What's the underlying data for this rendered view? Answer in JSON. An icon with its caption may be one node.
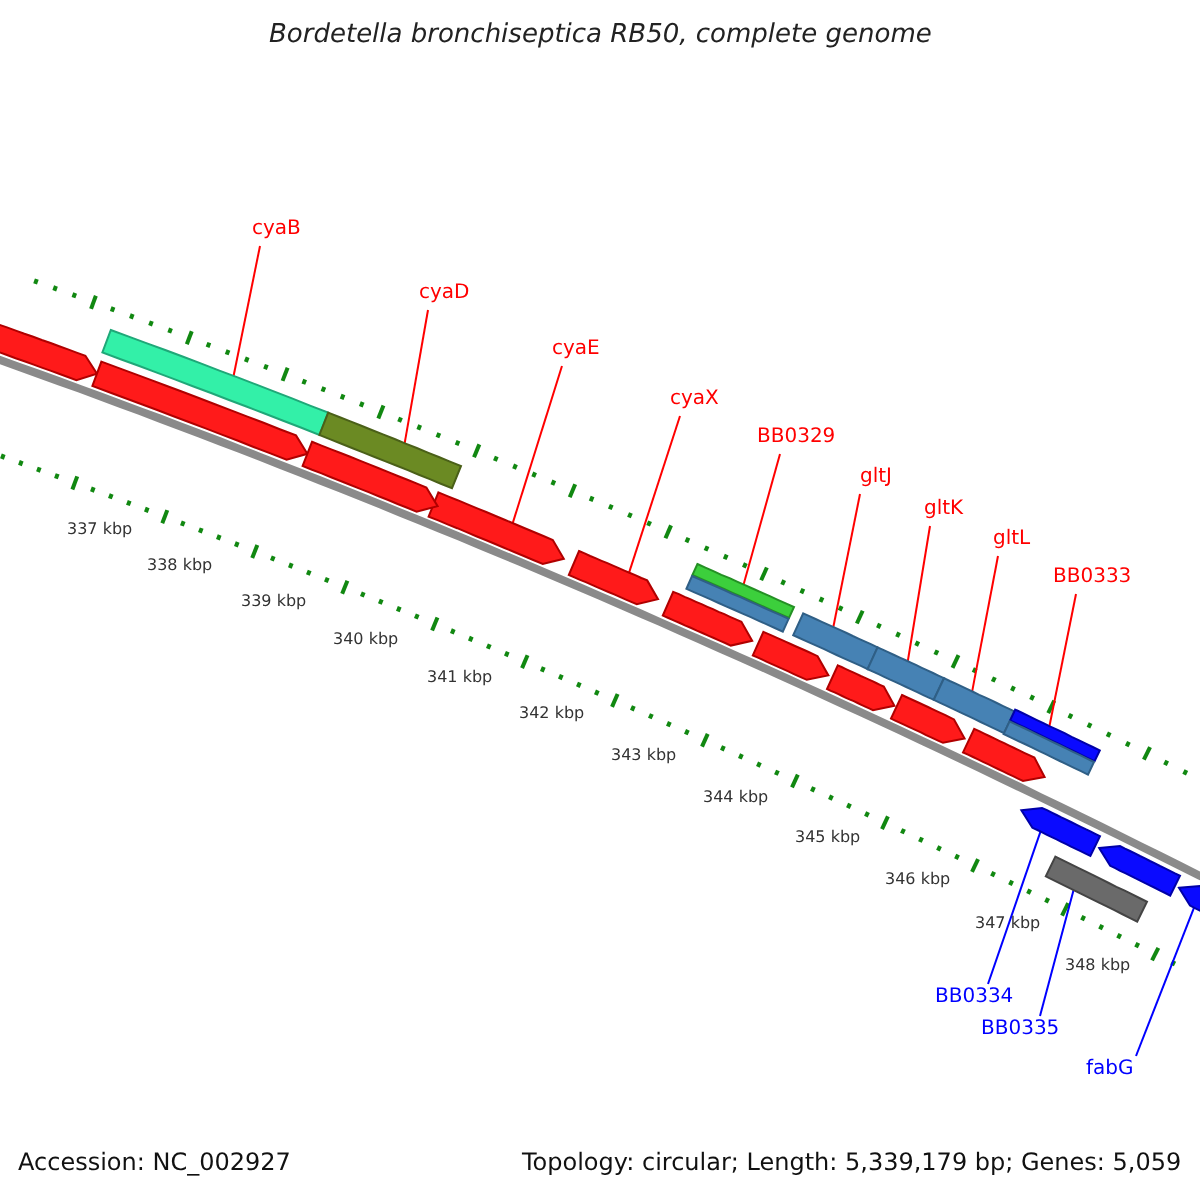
{
  "diagram": {
    "title": "Bordetella bronchiseptica RB50, complete genome",
    "nodes": [
      {
        "text": [
          "cyaB"
        ]
      },
      {
        "text": [
          "cyaD"
        ]
      },
      {
        "text": [
          "cyaE"
        ]
      },
      {
        "text": [
          "cyaX"
        ]
      },
      {
        "text": [
          "BB0329"
        ]
      },
      {
        "text": [
          "gltJ"
        ]
      },
      {
        "text": [
          "gltK"
        ]
      },
      {
        "text": [
          "gltL"
        ]
      },
      {
        "text": [
          "BB0333"
        ]
      },
      {
        "text": [
          "BB0334"
        ]
      },
      {
        "text": [
          "BB0335"
        ]
      },
      {
        "text": [
          "fabG"
        ]
      },
      {
        "text": [],
        "shape": "bar"
      },
      {
        "text": [],
        "shape": "bar"
      },
      {
        "text": [],
        "shape": "arrow"
      },
      {
        "text": [],
        "shape": "arrow"
      },
      {
        "text": [],
        "shape": "bar"
      },
      {
        "text": [],
        "shape": "bar"
      },
      {
        "text": [],
        "shape": "bar"
      },
      {
        "text": [],
        "shape": "bar"
      },
      {
        "text": [],
        "shape": "bar"
      },
      {
        "text": [],
        "shape": "arrow"
      },
      {
        "text": [],
        "shape": "bar"
      },
      {
        "text": [],
        "shape": "arrow"
      },
      {
        "text": [],
        "shape": "arrow"
      },
      {
        "text": [],
        "shape": "arrow"
      },
      {
        "text": [],
        "shape": "arrow"
      },
      {
        "text": [],
        "shape": "arrow"
      },
      {
        "text": [],
        "shape": "arrow"
      },
      {
        "text": [],
        "shape": "arrow"
      },
      {
        "text": [],
        "shape": "arrow"
      },
      {
        "text": [],
        "shape": "arrow"
      },
      {
        "text": [],
        "shape": "arrow"
      }
    ],
    "edges": [
      {
        "from": 0,
        "to": 12,
        "arrow": "none"
      },
      {
        "from": 1,
        "to": 13,
        "arrow": "none"
      },
      {
        "from": 2,
        "to": 14,
        "arrow": "none"
      },
      {
        "from": 3,
        "to": 15,
        "arrow": "none"
      },
      {
        "from": 4,
        "to": 16,
        "arrow": "none"
      },
      {
        "from": 5,
        "to": 17,
        "arrow": "none"
      },
      {
        "from": 6,
        "to": 18,
        "arrow": "none"
      },
      {
        "from": 7,
        "to": 19,
        "arrow": "none"
      },
      {
        "from": 8,
        "to": 20,
        "arrow": "none"
      },
      {
        "from": 9,
        "to": 21,
        "arrow": "none",
        "color": "#0000ff"
      },
      {
        "from": 10,
        "to": 22,
        "arrow": "none",
        "color": "#0000ff"
      },
      {
        "from": 11,
        "to": 23,
        "arrow": "none",
        "color": "#0000ff"
      }
    ],
    "labels": [
      "337 kbp",
      "338 kbp",
      "339 kbp",
      "340 kbp",
      "341 kbp",
      "342 kbp",
      "343 kbp",
      "344 kbp",
      "345 kbp",
      "346 kbp",
      "347 kbp",
      "348 kbp",
      "Accession: NC_002927",
      "Topology: circular; Length: 5,339,179 bp; Genes: 5,059"
    ]
  }
}
